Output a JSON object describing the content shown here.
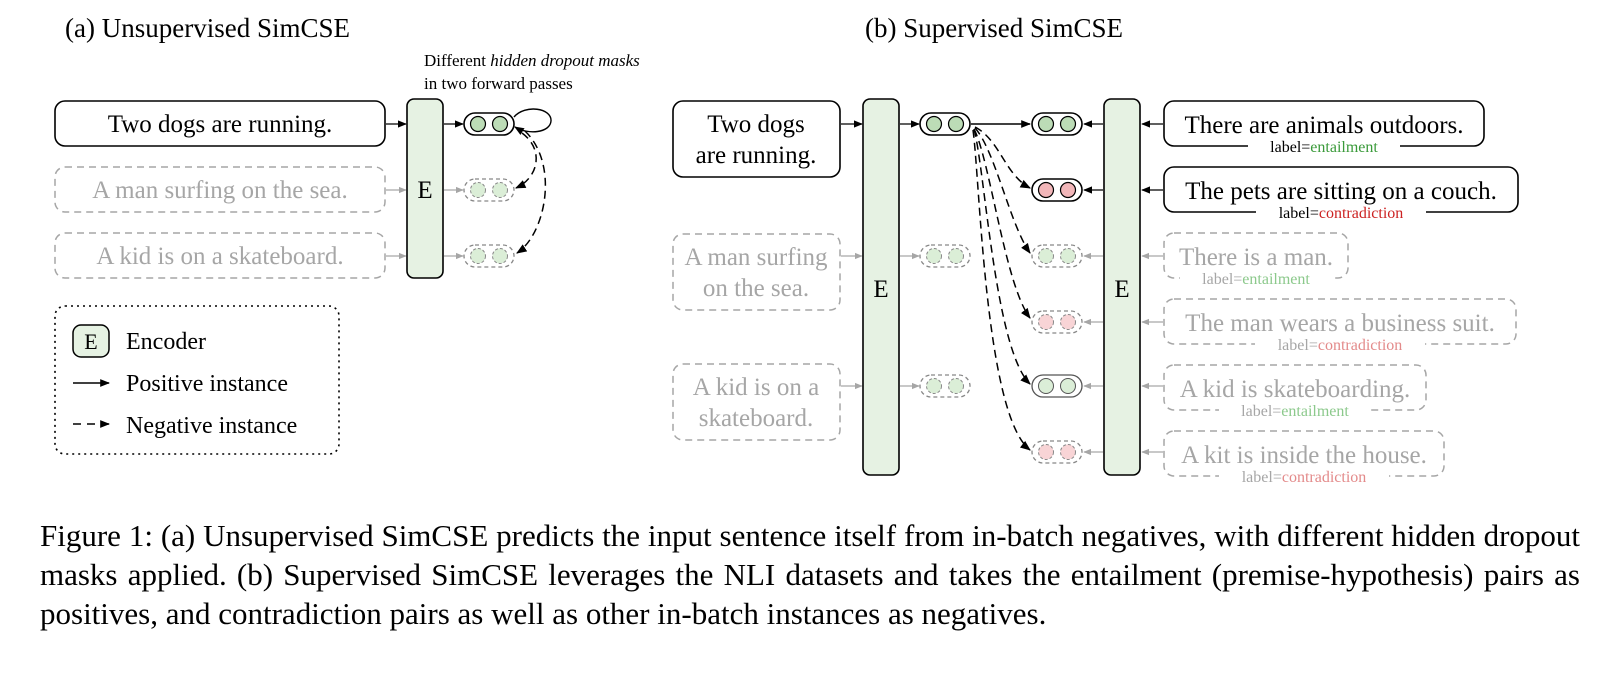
{
  "panel_a": {
    "title": "(a) Unsupervised SimCSE",
    "note_prefix": "Different ",
    "note_italic": "hidden dropout masks",
    "note_line2": "in two forward passes",
    "sentences": [
      "Two dogs are running.",
      "A man surfing on the sea.",
      "A kid is on a skateboard."
    ],
    "encoder": "E"
  },
  "panel_b": {
    "title": "(b) Supervised SimCSE",
    "left_sentences": [
      {
        "line1": "Two dogs",
        "line2": "are running."
      },
      {
        "line1": "A man surfing",
        "line2": "on the sea."
      },
      {
        "line1": "A kid is on a",
        "line2": "skateboard."
      }
    ],
    "right_sentences": [
      {
        "text": "There are animals outdoors.",
        "label": "entailment"
      },
      {
        "text": "The pets are sitting on a couch.",
        "label": "contradiction"
      },
      {
        "text": "There is a man.",
        "label": "entailment"
      },
      {
        "text": "The man wears a business suit.",
        "label": "contradiction"
      },
      {
        "text": "A kid is skateboarding.",
        "label": "entailment"
      },
      {
        "text": "A kit is inside the house.",
        "label": "contradiction"
      }
    ],
    "label_prefix": "label=",
    "encoder": "E"
  },
  "legend": {
    "encoder_symbol": "E",
    "encoder_label": "Encoder",
    "positive_label": "Positive instance",
    "negative_label": "Negative instance"
  },
  "caption": "Figure 1: (a) Unsupervised SimCSE predicts the input sentence itself from in-batch negatives, with different hidden dropout masks applied. (b) Supervised SimCSE leverages the NLI datasets and takes the entailment (premise-hypothesis) pairs as positives, and contradiction pairs as well as other in-batch instances as negatives.",
  "colors": {
    "encoder_fill": "#e6f2e3",
    "green_dot": "#bcdcb6",
    "red_dot": "#f2b6b9",
    "entailment": "#3a9a3a",
    "contradiction": "#cc2222",
    "faded": "#a6a6a6"
  }
}
